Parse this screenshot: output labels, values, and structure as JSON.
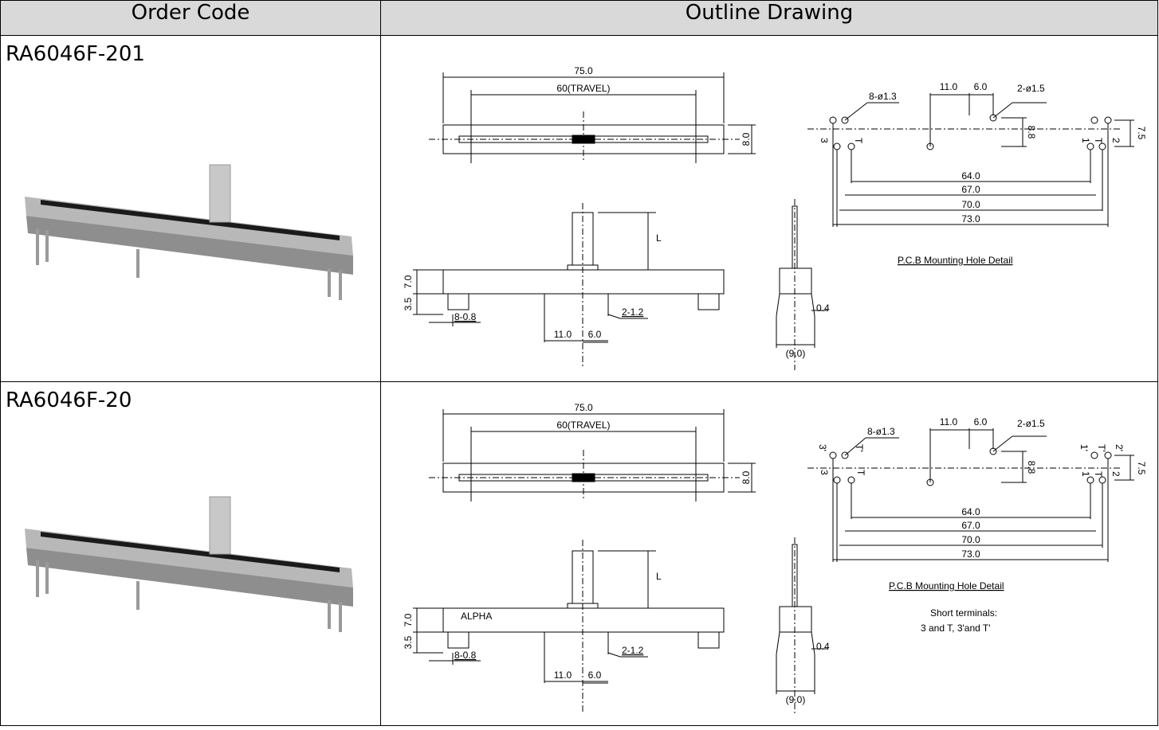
{
  "table": {
    "header_order_code": "Order Code",
    "header_outline_drawing": "Outline Drawing"
  },
  "rows": [
    {
      "order_code": "RA6046F-201",
      "top_view": {
        "overall": "75.0",
        "travel": "60(TRAVEL)",
        "height": "8.0"
      },
      "pcb": {
        "holes_small": "8-ø1.3",
        "holes_large": "2-ø1.5",
        "dim_a": "11.0",
        "dim_b": "6.0",
        "dim_v1": "8.8",
        "dim_v2": "7.5",
        "w1": "64.0",
        "w2": "67.0",
        "w3": "70.0",
        "w4": "73.0",
        "pin_left": "3",
        "pin_left_t": "T",
        "pin_right_1": "1",
        "pin_right_t": "T",
        "pin_right_2": "2",
        "caption": "P.C.B Mounting Hole Detail"
      },
      "front_view": {
        "h1": "7.0",
        "h2": "3.5",
        "pins_small": "8-0.8",
        "pins_large": "2-1.2",
        "d1": "11.0",
        "d2": "6.0",
        "lever": "L"
      },
      "side_view": {
        "thk": "0.4",
        "width": "(9.0)"
      }
    },
    {
      "order_code": "RA6046F-20",
      "top_view": {
        "overall": "75.0",
        "travel": "60(TRAVEL)",
        "height": "8.0"
      },
      "pcb": {
        "holes_small": "8-ø1.3",
        "holes_large": "2-ø1.5",
        "dim_a": "11.0",
        "dim_b": "6.0",
        "dim_v1": "8.8",
        "dim_v2": "7.5",
        "w1": "64.0",
        "w2": "67.0",
        "w3": "70.0",
        "w4": "73.0",
        "pin_left": "3",
        "pin_left_t": "T",
        "pin_left_prime": "3'",
        "pin_left_t_prime": "T'",
        "pin_right_1": "1",
        "pin_right_t": "T",
        "pin_right_2": "2",
        "pin_right_1_prime": "1'",
        "pin_right_t_prime": "T'",
        "pin_right_2_prime": "2'",
        "caption": "P.C.B Mounting Hole Detail",
        "note_line1": "Short terminals:",
        "note_line2": "3 and T, 3'and T'"
      },
      "front_view": {
        "h1": "7.0",
        "h2": "3.5",
        "pins_small": "8-0.8",
        "pins_large": "2-1.2",
        "d1": "11.0",
        "d2": "6.0",
        "lever": "L",
        "brand": "ALPHA"
      },
      "side_view": {
        "thk": "0.4",
        "width": "(9.0)"
      }
    }
  ],
  "icons": {
    "photo": "slide-potentiometer-photo"
  }
}
